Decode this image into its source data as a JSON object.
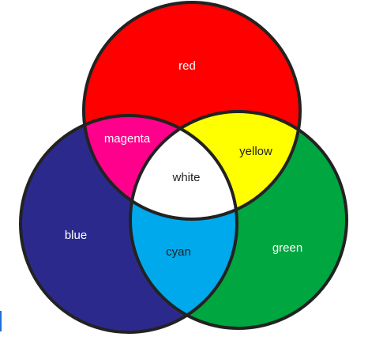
{
  "diagram": {
    "type": "rgb-additive-venn",
    "regions": {
      "red": {
        "label": "red",
        "color": "#ff0000",
        "text_color": "#ffffff"
      },
      "green": {
        "label": "green",
        "color": "#00a63f",
        "text_color": "#ffffff"
      },
      "blue": {
        "label": "blue",
        "color": "#2b2a8c",
        "text_color": "#ffffff"
      },
      "magenta": {
        "label": "magenta",
        "color": "#ff008c",
        "text_color": "#ffffff"
      },
      "yellow": {
        "label": "yellow",
        "color": "#ffff00",
        "text_color": "#222222"
      },
      "cyan": {
        "label": "cyan",
        "color": "#00a8ec",
        "text_color": "#222222"
      },
      "white": {
        "label": "white",
        "color": "#ffffff",
        "text_color": "#222222"
      }
    },
    "outline_color": "#222222"
  }
}
